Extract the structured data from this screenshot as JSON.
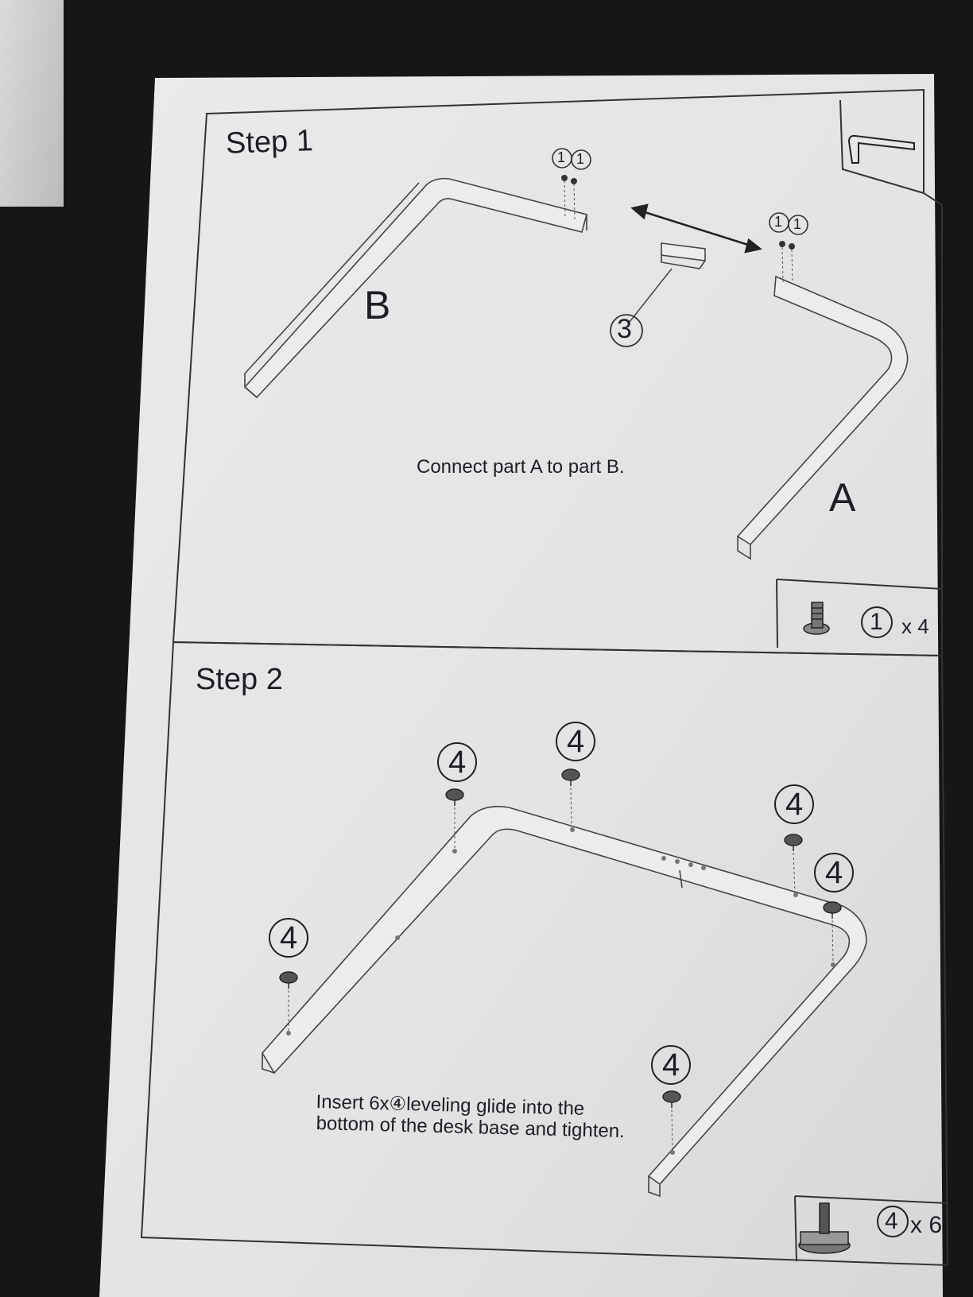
{
  "step1": {
    "title": "Step 1",
    "caption": "Connect part A to part B.",
    "label_B": "B",
    "label_A": "A",
    "part3_label": "3",
    "screw_labels_left": [
      "1",
      "1"
    ],
    "screw_labels_right": [
      "1",
      "1"
    ],
    "hardware": {
      "part_number": "1",
      "quantity": "x 4"
    },
    "tool_icon": "allen-key-icon"
  },
  "step2": {
    "title": "Step 2",
    "glide_labels": [
      "4",
      "4",
      "4",
      "4",
      "4",
      "4"
    ],
    "caption_line1": "Insert 6x④leveling glide into the",
    "caption_line2": "bottom of the desk base and tighten.",
    "hardware": {
      "part_number": "4",
      "quantity": "x 6"
    }
  },
  "colors": {
    "paper": "#e6e7e9",
    "ink": "#1e1f22",
    "background": "#151617"
  }
}
